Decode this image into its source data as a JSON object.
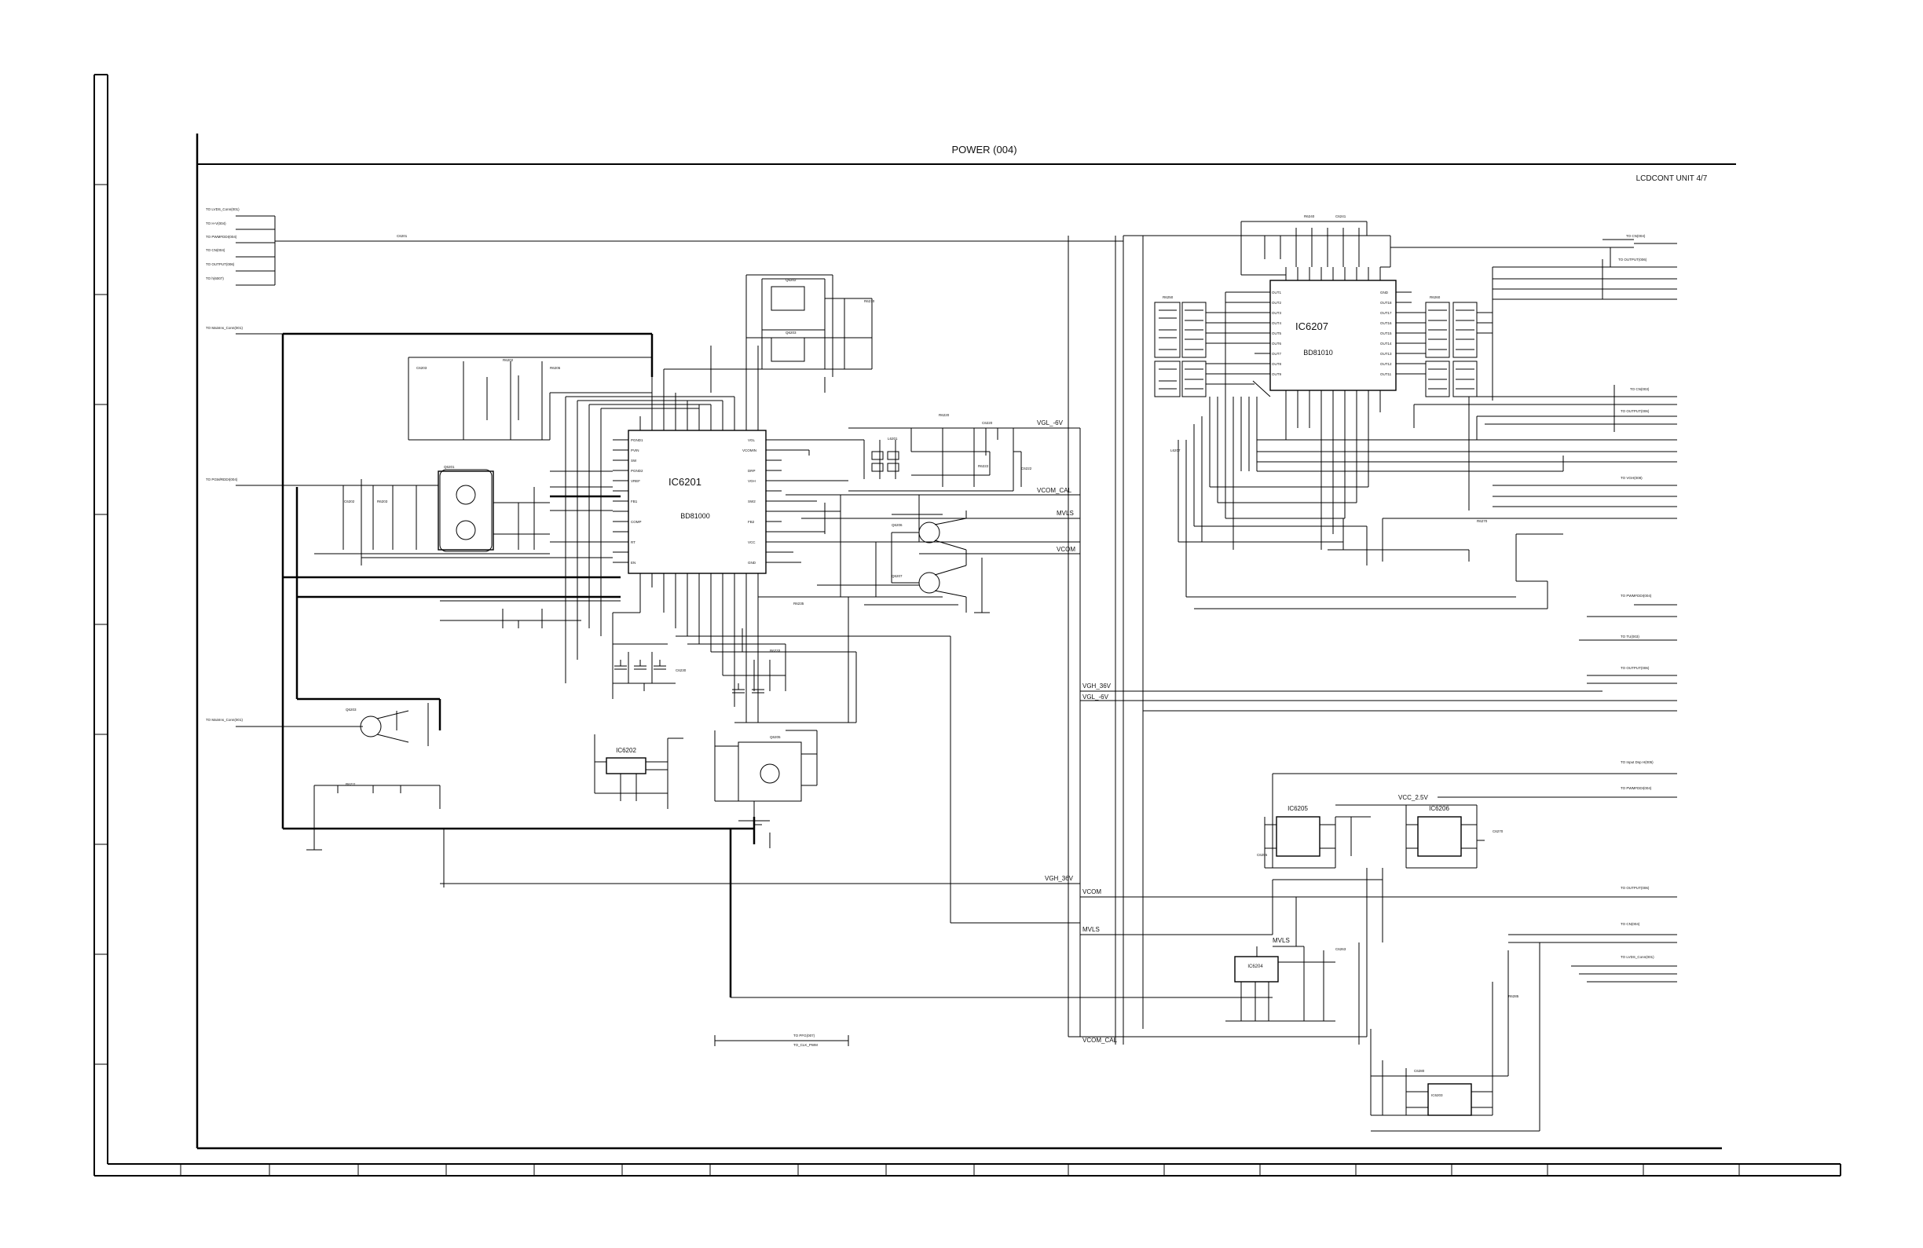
{
  "sheet": {
    "title": "POWER (004)",
    "unit": "LCDCONT UNIT 4/7"
  },
  "ics": {
    "ic6201": {
      "ref": "IC6201",
      "part": "BD81000"
    },
    "ic6207": {
      "ref": "IC6207",
      "part": "BD81010"
    },
    "ic6202": {
      "ref": "IC6202"
    },
    "ic6204": {
      "ref": "IC6204"
    },
    "ic6205": {
      "ref": "IC6205"
    },
    "ic6206": {
      "ref": "IC6206"
    }
  },
  "nets": {
    "vgl": "VGL_-6V",
    "vcom_cal": "VCOM_CAL",
    "mvls": "MVLS",
    "vcom": "VCOM",
    "vgh_upper": "VGH_36V",
    "vgl_lower": "VGL_-6V",
    "vcc": "VCC_2.5V",
    "vgh_lower": "VGH_36V",
    "vcom_low": "VCOM",
    "mvls_low": "MVLS",
    "vcom_cal_low": "VCOM_CAL",
    "mvls_top": "MVLS"
  }
}
